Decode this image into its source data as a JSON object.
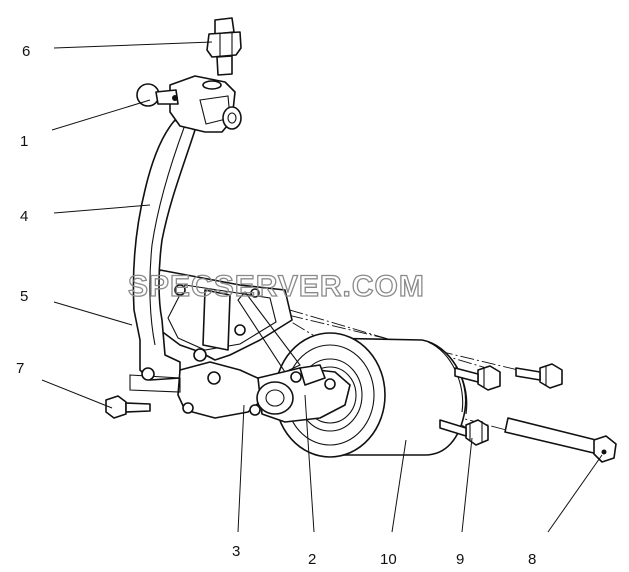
{
  "watermark": "SPECSERVER.COM",
  "callouts": {
    "c6": "6",
    "c1": "1",
    "c4": "4",
    "c5": "5",
    "c7": "7",
    "c3": "3",
    "c2": "2",
    "c10": "10",
    "c9": "9",
    "c8": "8"
  }
}
